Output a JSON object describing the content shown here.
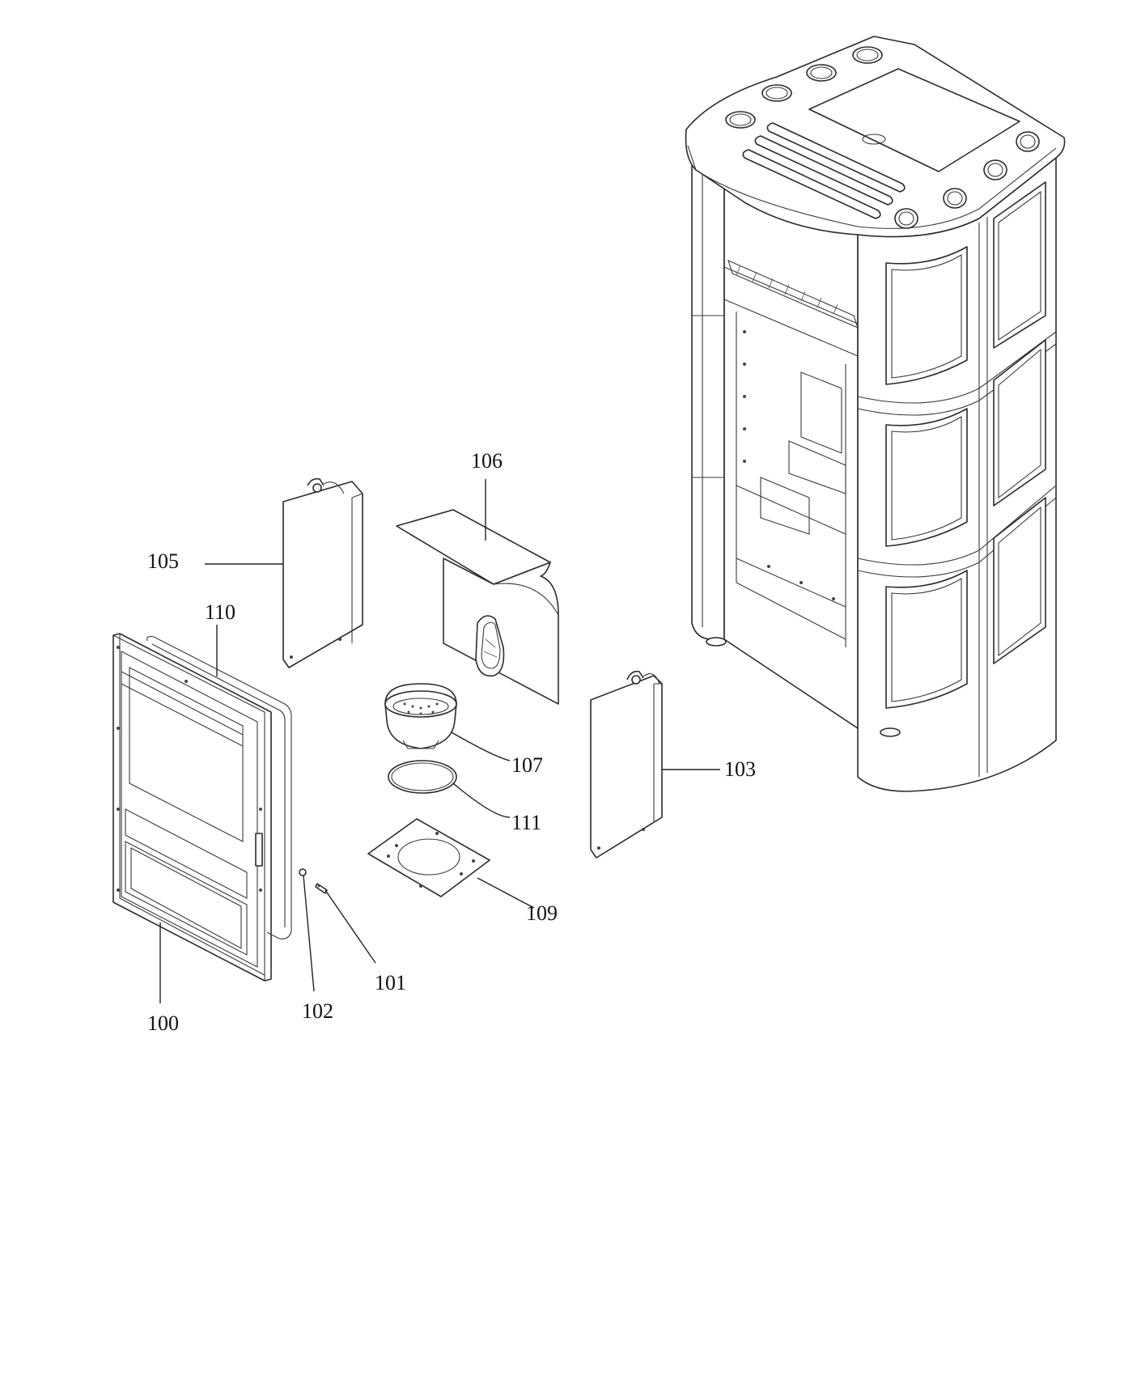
{
  "diagram": {
    "type": "exploded-parts-view",
    "callouts": [
      {
        "id": "p100",
        "label": "100"
      },
      {
        "id": "p101",
        "label": "101"
      },
      {
        "id": "p102",
        "label": "102"
      },
      {
        "id": "p103",
        "label": "103"
      },
      {
        "id": "p105",
        "label": "105"
      },
      {
        "id": "p106",
        "label": "106"
      },
      {
        "id": "p107",
        "label": "107"
      },
      {
        "id": "p109",
        "label": "109"
      },
      {
        "id": "p110",
        "label": "110"
      },
      {
        "id": "p111",
        "label": "111"
      }
    ]
  }
}
